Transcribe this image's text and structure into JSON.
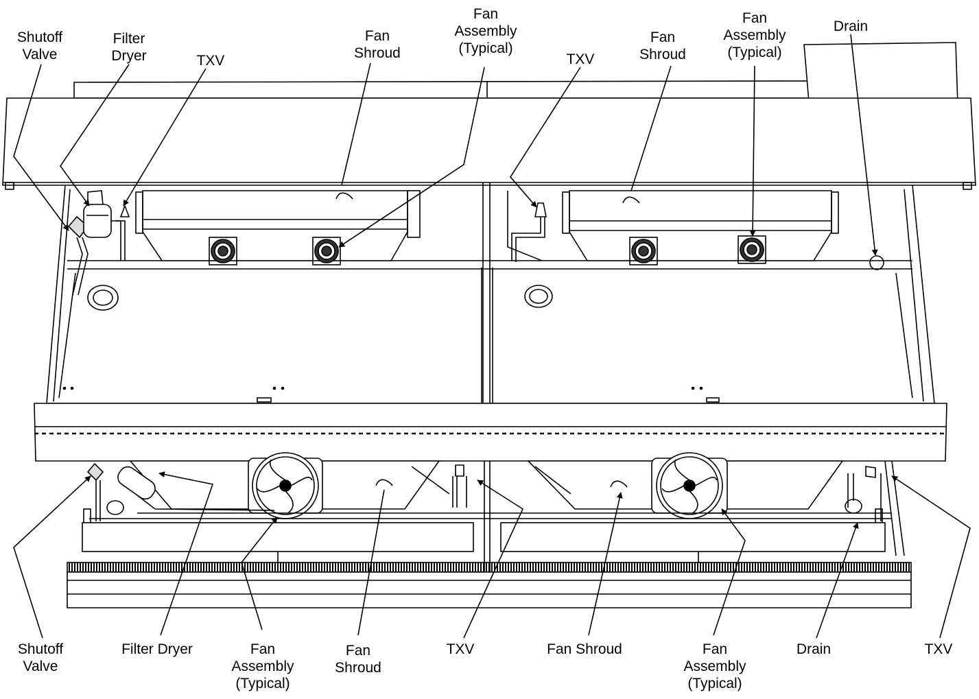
{
  "colors": {
    "line": "#000000",
    "background": "#ffffff",
    "shade": "#f2f2f2",
    "detail": "#555555"
  },
  "top_labels": {
    "shutoff_valve": [
      "Shutoff",
      "Valve"
    ],
    "filter_dryer": [
      "Filter",
      "Dryer"
    ],
    "txv_left": [
      "TXV"
    ],
    "fan_shroud_left": [
      "Fan",
      "Shroud"
    ],
    "fan_assembly_left": [
      "Fan",
      "Assembly",
      "(Typical)"
    ],
    "txv_right": [
      "TXV"
    ],
    "fan_shroud_right": [
      "Fan",
      "Shroud"
    ],
    "fan_assembly_right": [
      "Fan",
      "Assembly",
      "(Typical)"
    ],
    "drain": [
      "Drain"
    ]
  },
  "bottom_labels": {
    "shutoff_valve": [
      "Shutoff",
      "Valve"
    ],
    "filter_dryer": [
      "Filter Dryer"
    ],
    "fan_assembly_left": [
      "Fan",
      "Assembly",
      "(Typical)"
    ],
    "fan_shroud_left": [
      "Fan",
      "Shroud"
    ],
    "txv_mid": [
      "TXV"
    ],
    "fan_shroud_right": [
      "Fan Shroud"
    ],
    "fan_assembly_right": [
      "Fan",
      "Assembly",
      "(Typical)"
    ],
    "drain": [
      "Drain"
    ],
    "txv_right": [
      "TXV"
    ]
  }
}
